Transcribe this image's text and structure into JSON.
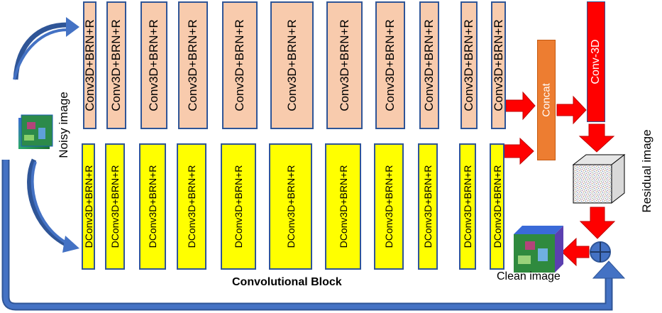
{
  "labels": {
    "noisy_image": "Noisy image",
    "residual_image": "Residual image",
    "clean_image": "Clean image",
    "convolutional_block": "Convolutional Block",
    "concat": "Concat",
    "conv3d": "Conv-3D"
  },
  "conv_blocks": [
    "Conv3D+BRN+R",
    "Conv3D+BRN+R",
    "Conv3D+BRN+R",
    "Conv3D+BRN+R",
    "Conv3D+BRN+R",
    "Conv3D+BRN+R",
    "Conv3D+BRN+R",
    "Conv3D+BRN+R",
    "Conv3D+BRN+R",
    "Conv3D+BRN+R",
    "Conv3D+BRN+R"
  ],
  "dconv_blocks": [
    "DConv3D+BRN+R",
    "DConv3D+BRN+R",
    "DConv3D+BRN+R",
    "DConv3D+BRN+R",
    "DConv3D+BRN+R",
    "DConv3D+BRN+R",
    "DConv3D+BRN+R",
    "DConv3D+BRN+R",
    "DConv3D+BRN+R",
    "DConv3D+BRN+R",
    "DConv3D+BRN+R"
  ],
  "colors": {
    "conv_fill": "#f8cbad",
    "dconv_fill": "#ffff00",
    "concat_fill": "#ed7d31",
    "conv3d_fill": "#ff0000",
    "arrow_red": "#ff0000",
    "arrow_blue": "#4472c4",
    "outline_blue": "#2f5597"
  },
  "icons": [
    "noisy-image-thumbnail",
    "residual-noise-cube",
    "clean-image-thumbnail",
    "sum-node-icon"
  ]
}
